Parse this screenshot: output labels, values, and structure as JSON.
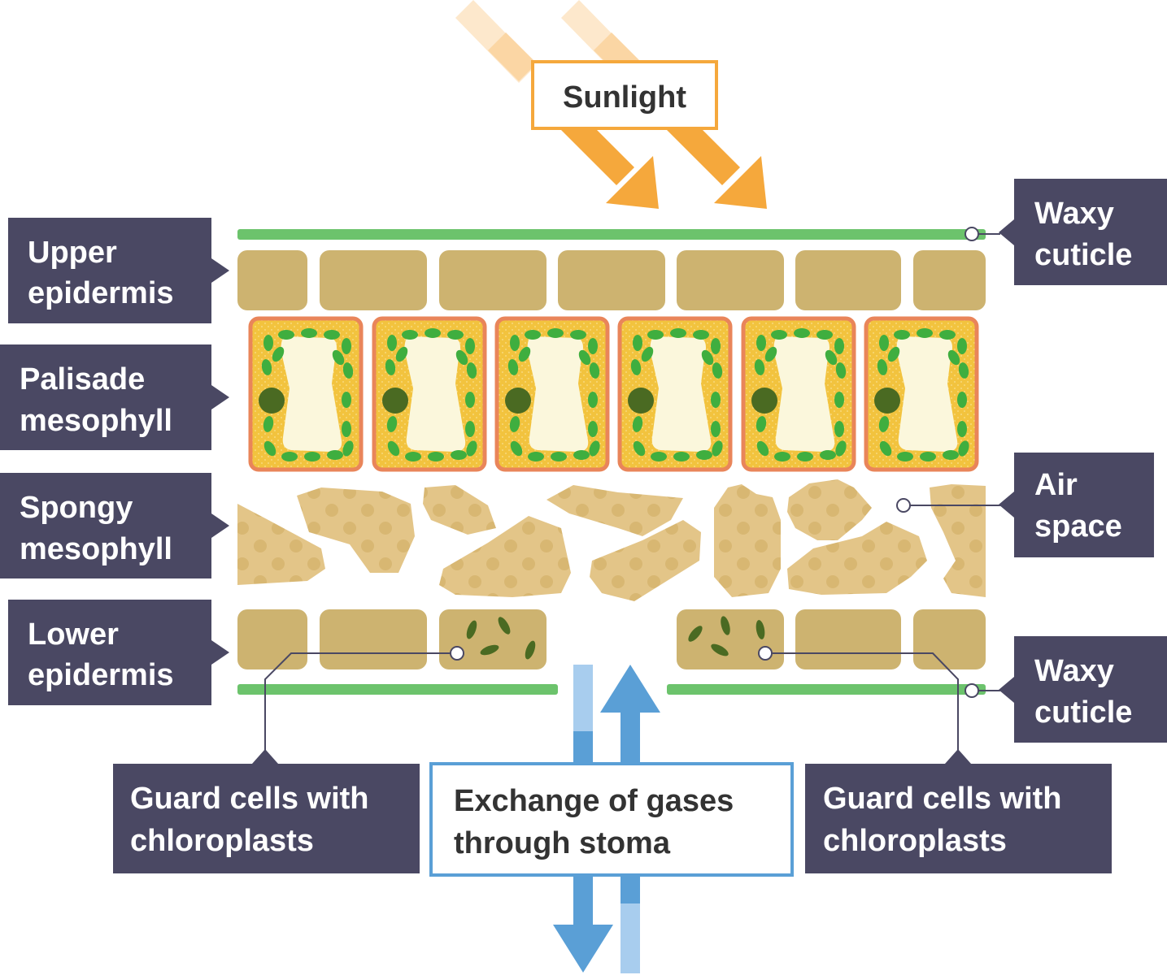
{
  "colors": {
    "label_bg": "#4a4863",
    "label_text": "#ffffff",
    "cuticle": "#6cc36c",
    "epidermis": "#cdb370",
    "palisade_wall": "#e9855a",
    "palisade_fill": "#f2c33e",
    "vacuole": "#fbf7dc",
    "chloroplast": "#3fae3f",
    "nucleus": "#4a6a22",
    "spongy": "#e3c588",
    "sunlight": "#f5a83c",
    "sunlight_light": "#fbd9a8",
    "gas_arrow": "#5a9fd6",
    "gas_arrow_light": "#a8cdee",
    "stoma_box_border": "#5a9fd6",
    "sunlight_box_border": "#f5a83c"
  },
  "labels": {
    "sunlight": "Sunlight",
    "upper_epidermis": [
      "Upper",
      "epidermis"
    ],
    "palisade_mesophyll": [
      "Palisade",
      "mesophyll"
    ],
    "spongy_mesophyll": [
      "Spongy",
      "mesophyll"
    ],
    "lower_epidermis": [
      "Lower",
      "epidermis"
    ],
    "waxy_cuticle_top": [
      "Waxy",
      "cuticle"
    ],
    "air_space": [
      "Air",
      "space"
    ],
    "waxy_cuticle_bottom": [
      "Waxy",
      "cuticle"
    ],
    "guard_cells_left": [
      "Guard cells with",
      "chloroplasts"
    ],
    "guard_cells_right": [
      "Guard cells with",
      "chloroplasts"
    ],
    "stoma_exchange": [
      "Exchange of gases",
      "through stoma"
    ]
  }
}
